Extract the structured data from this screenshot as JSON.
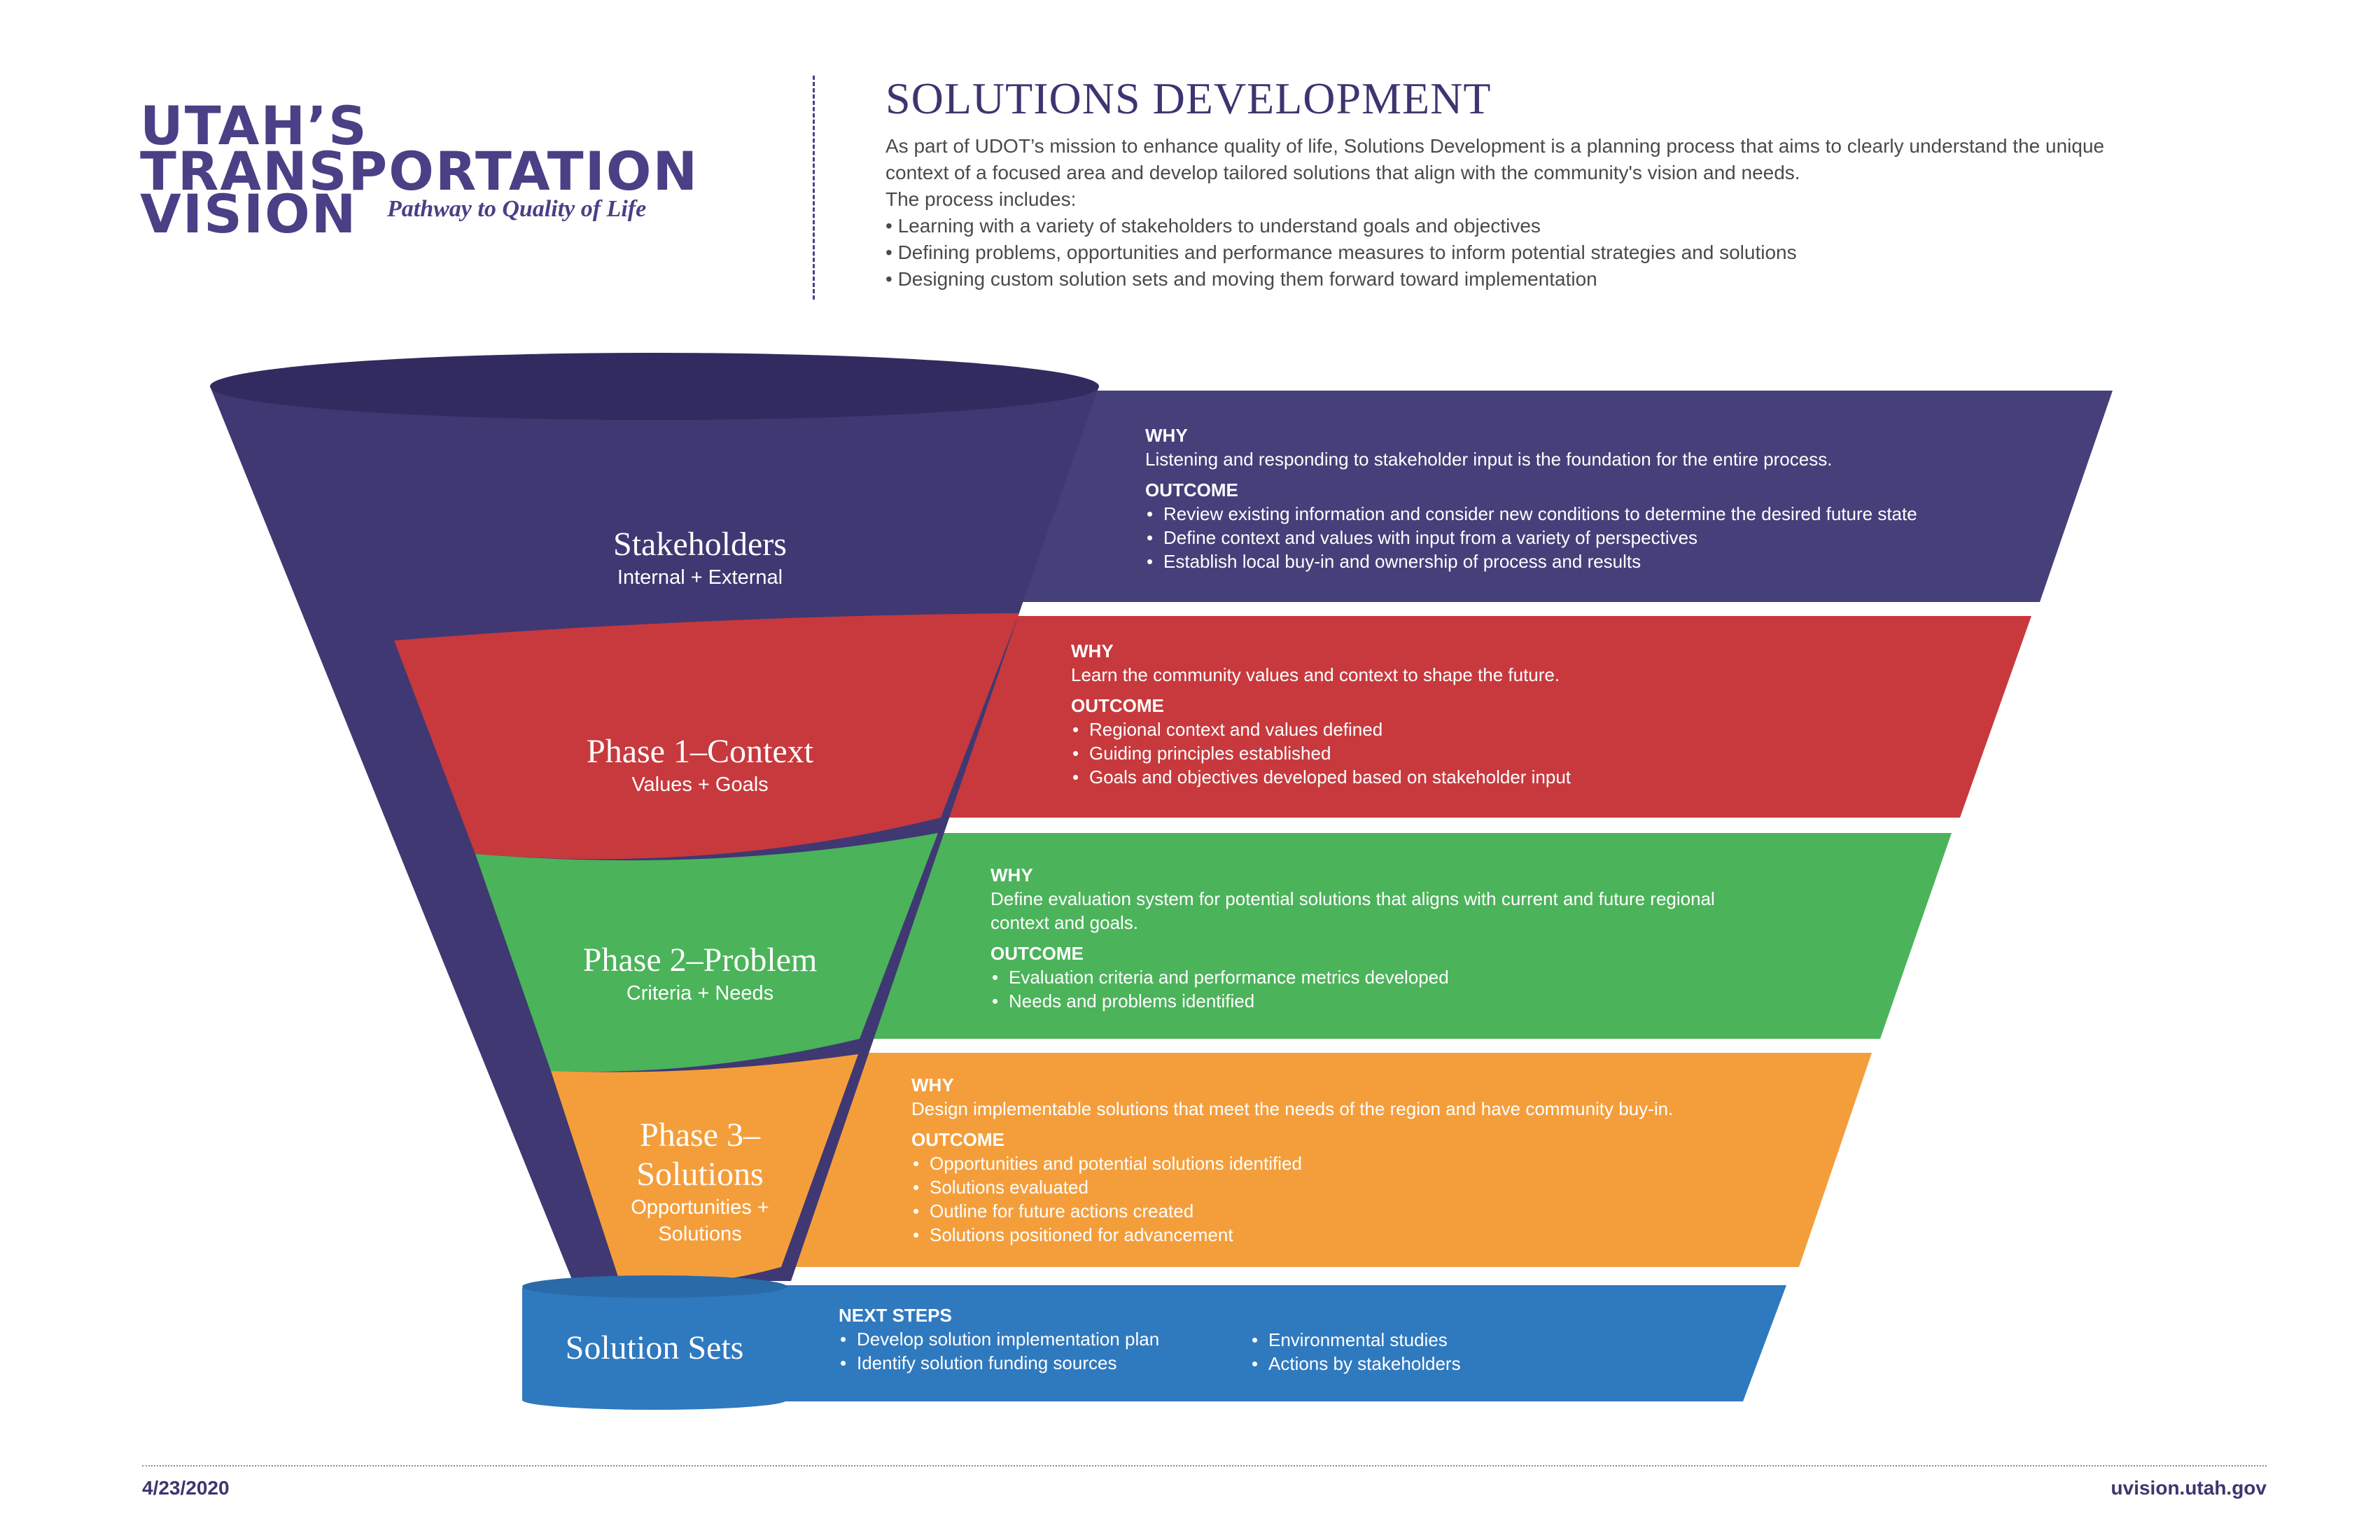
{
  "logo": {
    "line1": "UTAH’S",
    "line2": "TRANSPORTATION",
    "line3": "VISION",
    "tagline": "Pathway to Quality of Life"
  },
  "header": {
    "title": "SOLUTIONS DEVELOPMENT",
    "intro_line1": "As part of UDOT’s mission to enhance quality of life, Solutions Development is a planning process that aims to clearly understand the unique",
    "intro_line2": "context of a focused area and develop tailored solutions that align with the community's vision and needs.",
    "includes": "The process includes:",
    "bullets": [
      "• Learning with a variety of stakeholders to understand goals and objectives",
      "• Defining problems, opportunities and performance measures to inform potential strategies and solutions",
      "• Designing custom solution sets and moving them forward toward implementation"
    ]
  },
  "funnel": {
    "stakeholders": {
      "title": "Stakeholders",
      "subtitle": "Internal + External"
    },
    "phase1": {
      "title": "Phase 1–Context",
      "subtitle": "Values + Goals"
    },
    "phase2": {
      "title": "Phase 2–Problem",
      "subtitle": "Criteria + Needs"
    },
    "phase3": {
      "title1": "Phase 3–",
      "title2": "Solutions",
      "subtitle1": "Opportunities +",
      "subtitle2": "Solutions"
    },
    "solution_sets": {
      "title": "Solution Sets"
    }
  },
  "bands": {
    "stakeholders": {
      "why_label": "WHY",
      "why": "Listening and responding to stakeholder input is the foundation for the entire process.",
      "outcome_label": "OUTCOME",
      "outcomes": [
        "Review existing information and consider new conditions to determine the desired future state",
        "Define context and values with input from a variety of perspectives",
        "Establish local buy-in and ownership of process and results"
      ]
    },
    "phase1": {
      "why_label": "WHY",
      "why": "Learn the community values and context to shape the future.",
      "outcome_label": "OUTCOME",
      "outcomes": [
        "Regional context and values defined",
        "Guiding principles established",
        "Goals and objectives developed based on stakeholder input"
      ]
    },
    "phase2": {
      "why_label": "WHY",
      "why_line1": "Define evaluation system for potential solutions that aligns with current and future regional",
      "why_line2": "context and goals.",
      "outcome_label": "OUTCOME",
      "outcomes": [
        "Evaluation criteria and performance metrics developed",
        "Needs and problems identified"
      ]
    },
    "phase3": {
      "why_label": "WHY",
      "why": "Design implementable solutions that meet the needs of the region and have community buy-in.",
      "outcome_label": "OUTCOME",
      "outcomes": [
        "Opportunities and potential solutions identified",
        "Solutions evaluated",
        "Outline for future actions created",
        "Solutions positioned for advancement"
      ]
    },
    "next_steps": {
      "label": "NEXT STEPS",
      "col1": [
        "Develop solution implementation plan",
        "Identify solution funding sources"
      ],
      "col2": [
        "Environmental studies",
        "Actions by stakeholders"
      ]
    }
  },
  "footer": {
    "date": "4/23/2020",
    "url": "uvision.utah.gov"
  },
  "colors": {
    "purple": "#3f3873",
    "purple_dark": "#322b5f",
    "red": "#c7393d",
    "green": "#4bb35a",
    "orange": "#f49e3b",
    "blue": "#2f79bf"
  }
}
